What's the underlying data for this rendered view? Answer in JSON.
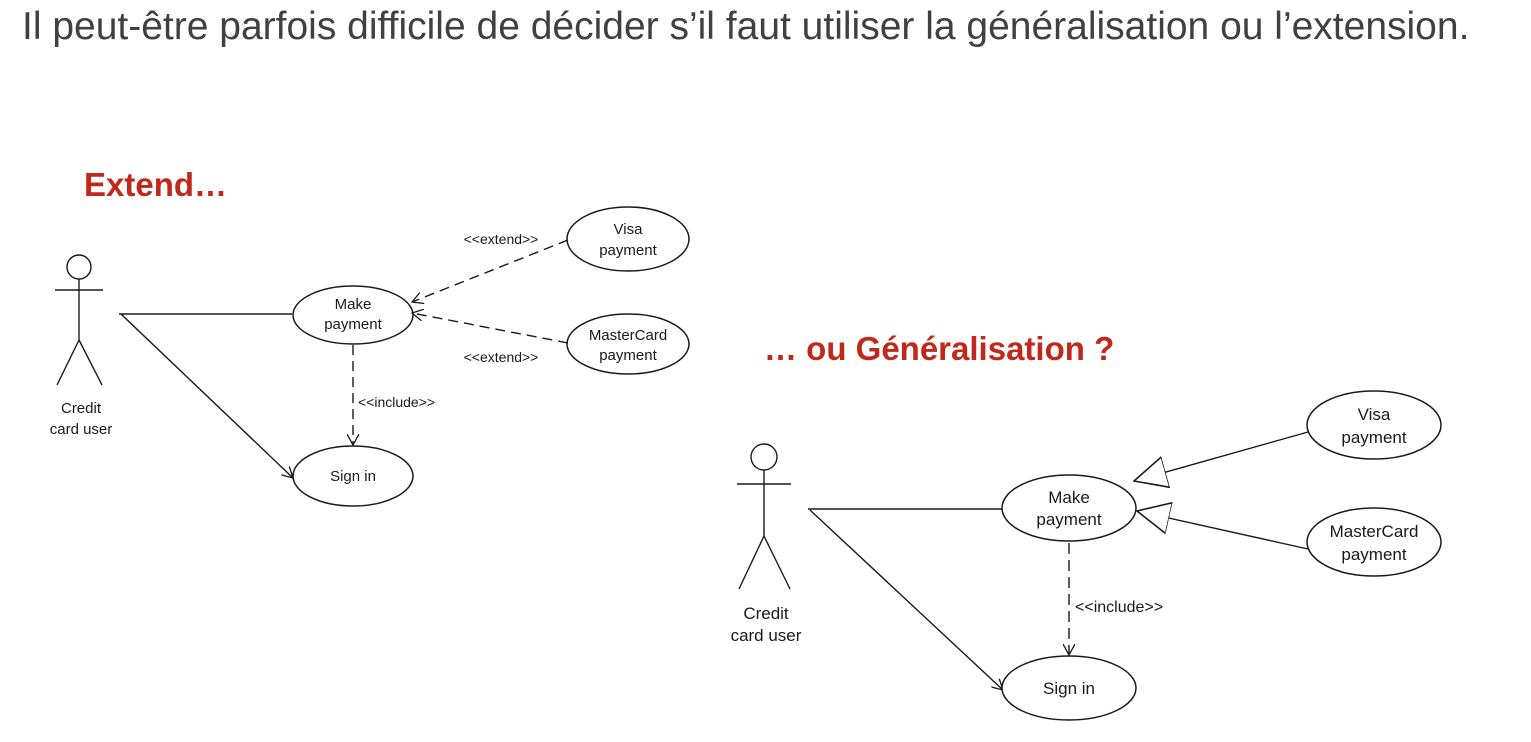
{
  "intro_text": "Il peut-être parfois difficile de décider s’il faut utiliser la généralisation ou l’extension.",
  "headings": {
    "extend": "Extend…",
    "generalisation": "… ou Généralisation ?"
  },
  "colors": {
    "heading": "#c0281c",
    "body_text": "#404040",
    "lines": "#1a1a1a"
  },
  "extend_diagram": {
    "actor": {
      "line1": "Credit",
      "line2": "card user"
    },
    "make_payment": {
      "line1": "Make",
      "line2": "payment"
    },
    "visa_payment": {
      "line1": "Visa",
      "line2": "payment"
    },
    "mastercard_payment": {
      "line1": "MasterCard",
      "line2": "payment"
    },
    "sign_in": "Sign in",
    "extend_label_visa": "<<extend>>",
    "extend_label_mastercard": "<<extend>>",
    "include_label": "<<include>>"
  },
  "generalisation_diagram": {
    "actor": {
      "line1": "Credit",
      "line2": "card user"
    },
    "make_payment": {
      "line1": "Make",
      "line2": "payment"
    },
    "visa_payment": {
      "line1": "Visa",
      "line2": "payment"
    },
    "mastercard_payment": {
      "line1": "MasterCard",
      "line2": "payment"
    },
    "sign_in": "Sign in",
    "include_label": "<<include>>"
  }
}
